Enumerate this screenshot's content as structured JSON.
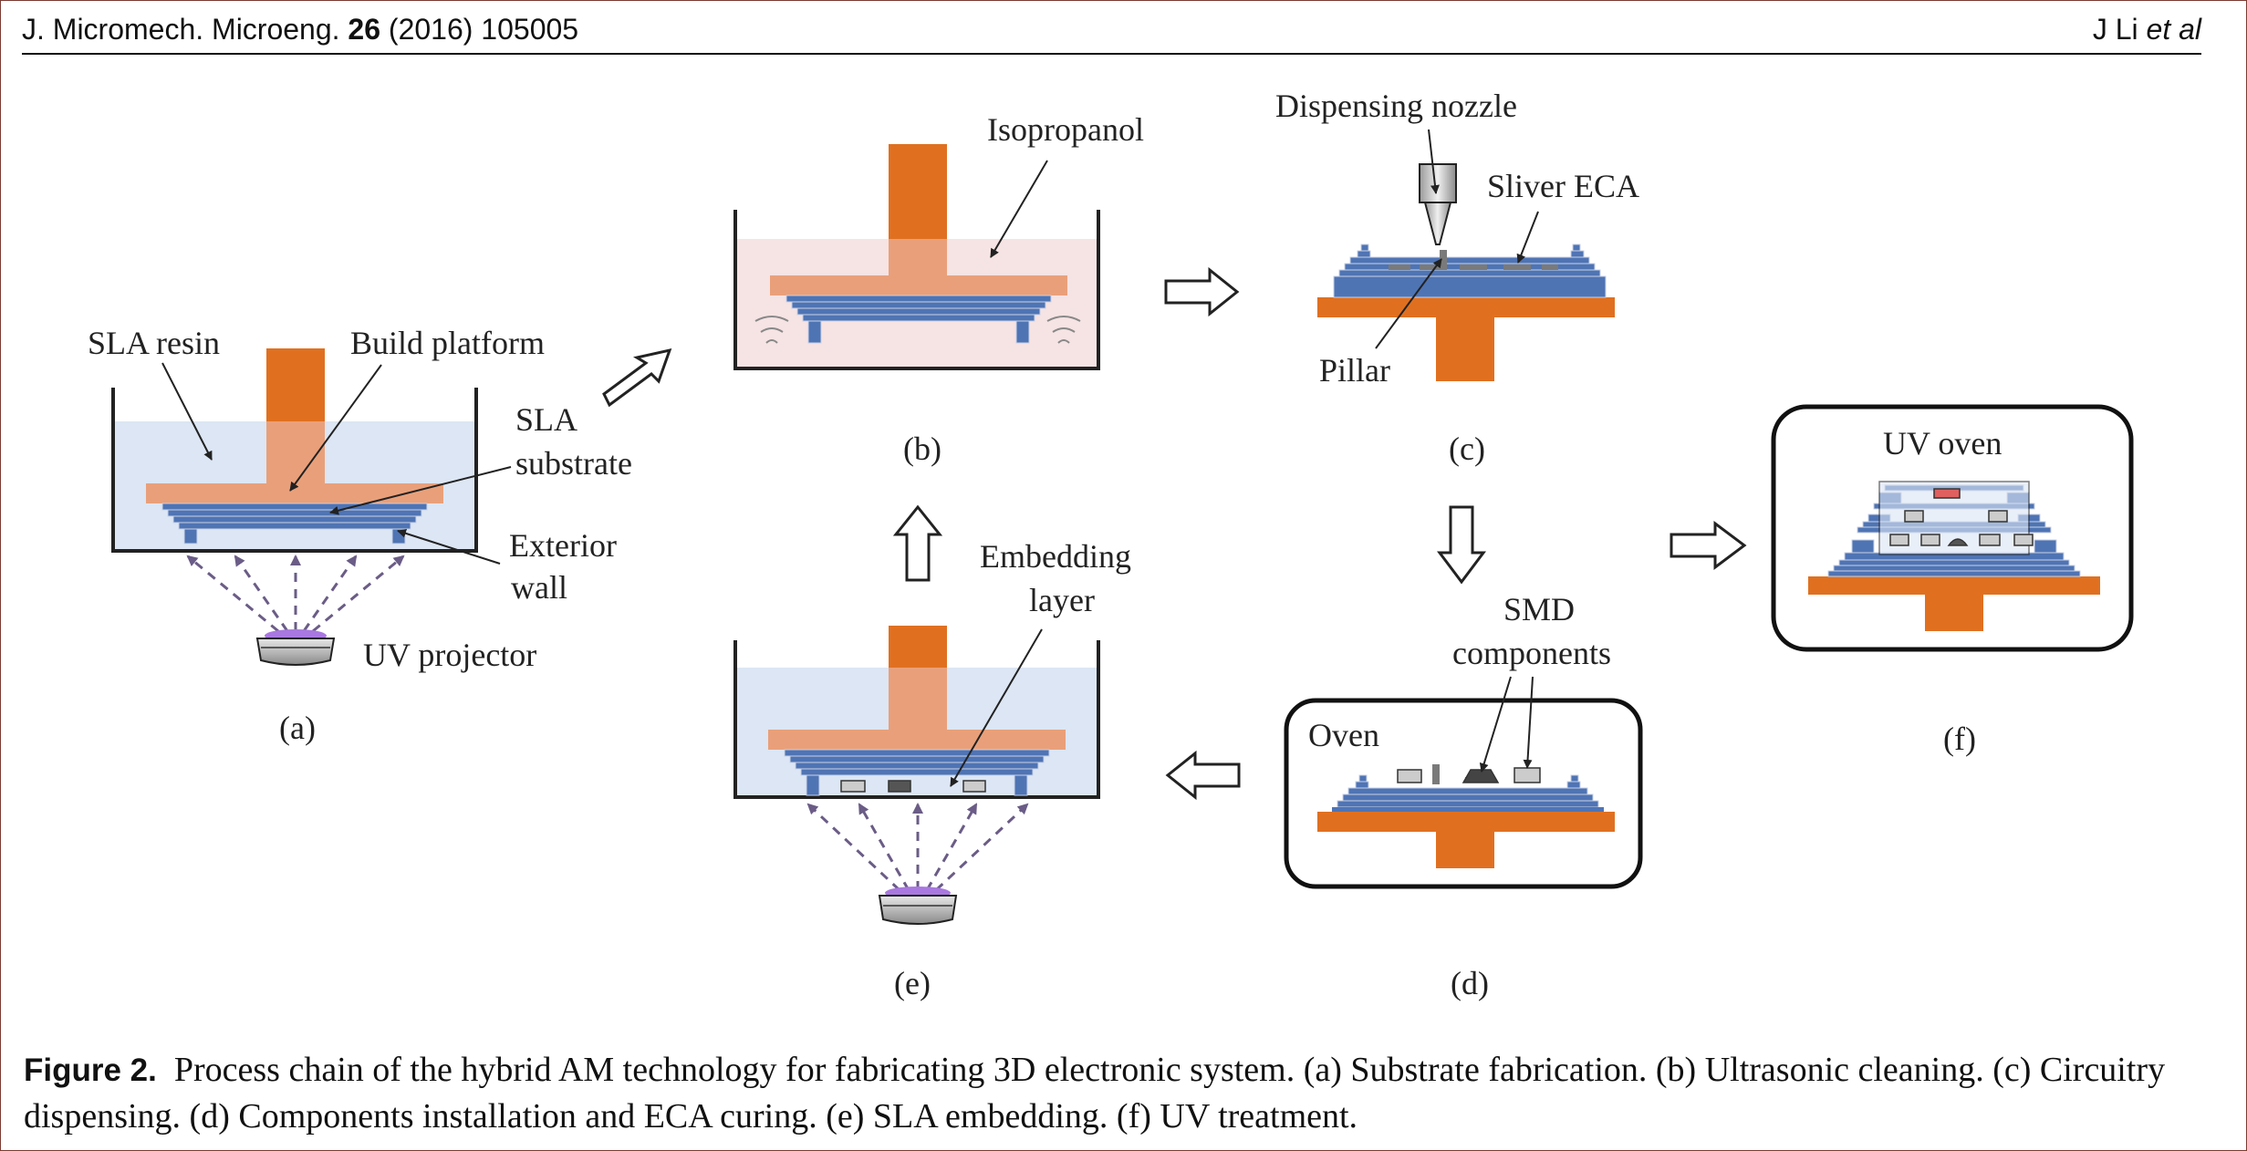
{
  "header": {
    "journal": "J. Micromech. Microeng.",
    "volume": "26",
    "year_article": "(2016) 105005",
    "author": "J Li",
    "etal": "et al"
  },
  "figure": {
    "panels": {
      "a": {
        "label": "(a)",
        "sla_resin": "SLA resin",
        "build_platform": "Build platform",
        "sla_line1": "SLA",
        "sla_line2": "substrate",
        "exterior_line1": "Exterior",
        "exterior_line2": "wall",
        "uv_projector": "UV projector"
      },
      "b": {
        "label": "(b)",
        "isopropanol": "Isopropanol"
      },
      "c": {
        "label": "(c)",
        "dispensing_nozzle": "Dispensing nozzle",
        "sliver_eca": "Sliver ECA",
        "pillar": "Pillar"
      },
      "d": {
        "label": "(d)",
        "oven": "Oven",
        "smd_line1": "SMD",
        "smd_line2": "components"
      },
      "e": {
        "label": "(e)",
        "embedding_line1": "Embedding",
        "embedding_line2": "layer"
      },
      "f": {
        "label": "(f)",
        "uv_oven": "UV oven"
      }
    },
    "colors": {
      "platform": "#e07020",
      "resin": "#dce6f4",
      "substrate": "#4f74b4",
      "isopropanol": "#f6e3e3",
      "projector_light": "#a978e0"
    }
  },
  "caption": {
    "figure_number": "Figure 2.",
    "text": "Process chain of the hybrid AM technology for fabricating 3D electronic system. (a) Substrate fabrication. (b) Ultrasonic cleaning. (c) Circuitry dispensing. (d) Components installation and ECA curing. (e) SLA embedding. (f) UV treatment."
  }
}
